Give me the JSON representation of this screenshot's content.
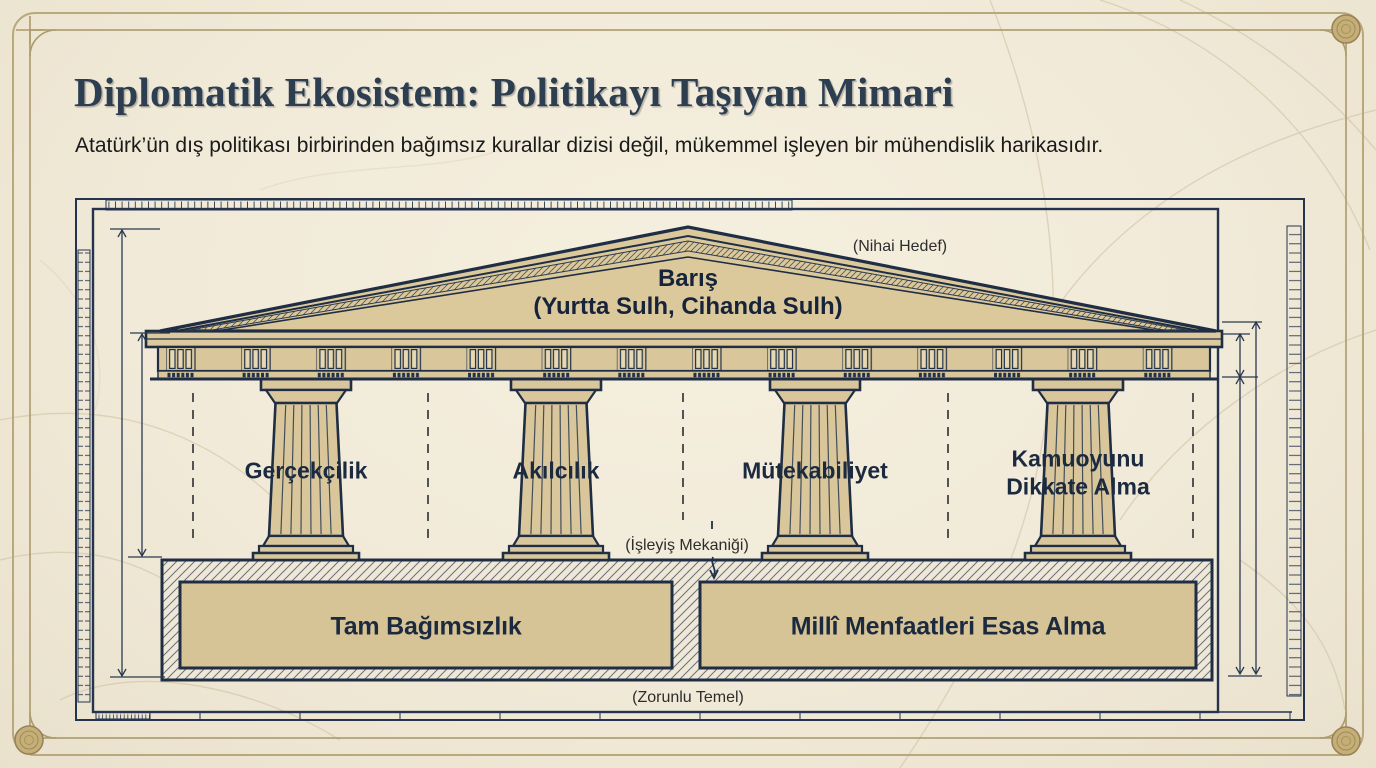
{
  "header": {
    "title": "Diplomatik Ekosistem: Politikayı Taşıyan Mimari",
    "subtitle": "Atatürk’ün dış politikası birbirinden bağımsız kurallar dizisi değil, mükemmel işleyen bir mühendislik harikasıdır."
  },
  "temple": {
    "pediment": {
      "annotation": "(Nihai Hedef)",
      "line1": "Barış",
      "line2": "(Yurtta Sulh, Cihanda Sulh)"
    },
    "pillars": [
      {
        "label": "Gerçekçilik"
      },
      {
        "label": "Akılcılık"
      },
      {
        "label": "Mütekabiliyet"
      },
      {
        "label": "Kamuoyunu Dikkate Alma",
        "line1": "Kamuoyunu",
        "line2": "Dikkate Alma"
      }
    ],
    "mechanism_annotation": "(İşleyiş Mekaniği)",
    "foundation_blocks": [
      {
        "label": "Tam Bağımsızlık"
      },
      {
        "label": "Millî Menfaatleri Esas Alma"
      }
    ],
    "foundation_annotation": "(Zorunlu Temel)"
  },
  "colors": {
    "paper": "#f1ead8",
    "stone": "#d9c79b",
    "outline": "#1f2e45",
    "label_ink": "#1c2a40",
    "title_ink": "#2d3e50",
    "gold": "#b2a070"
  }
}
